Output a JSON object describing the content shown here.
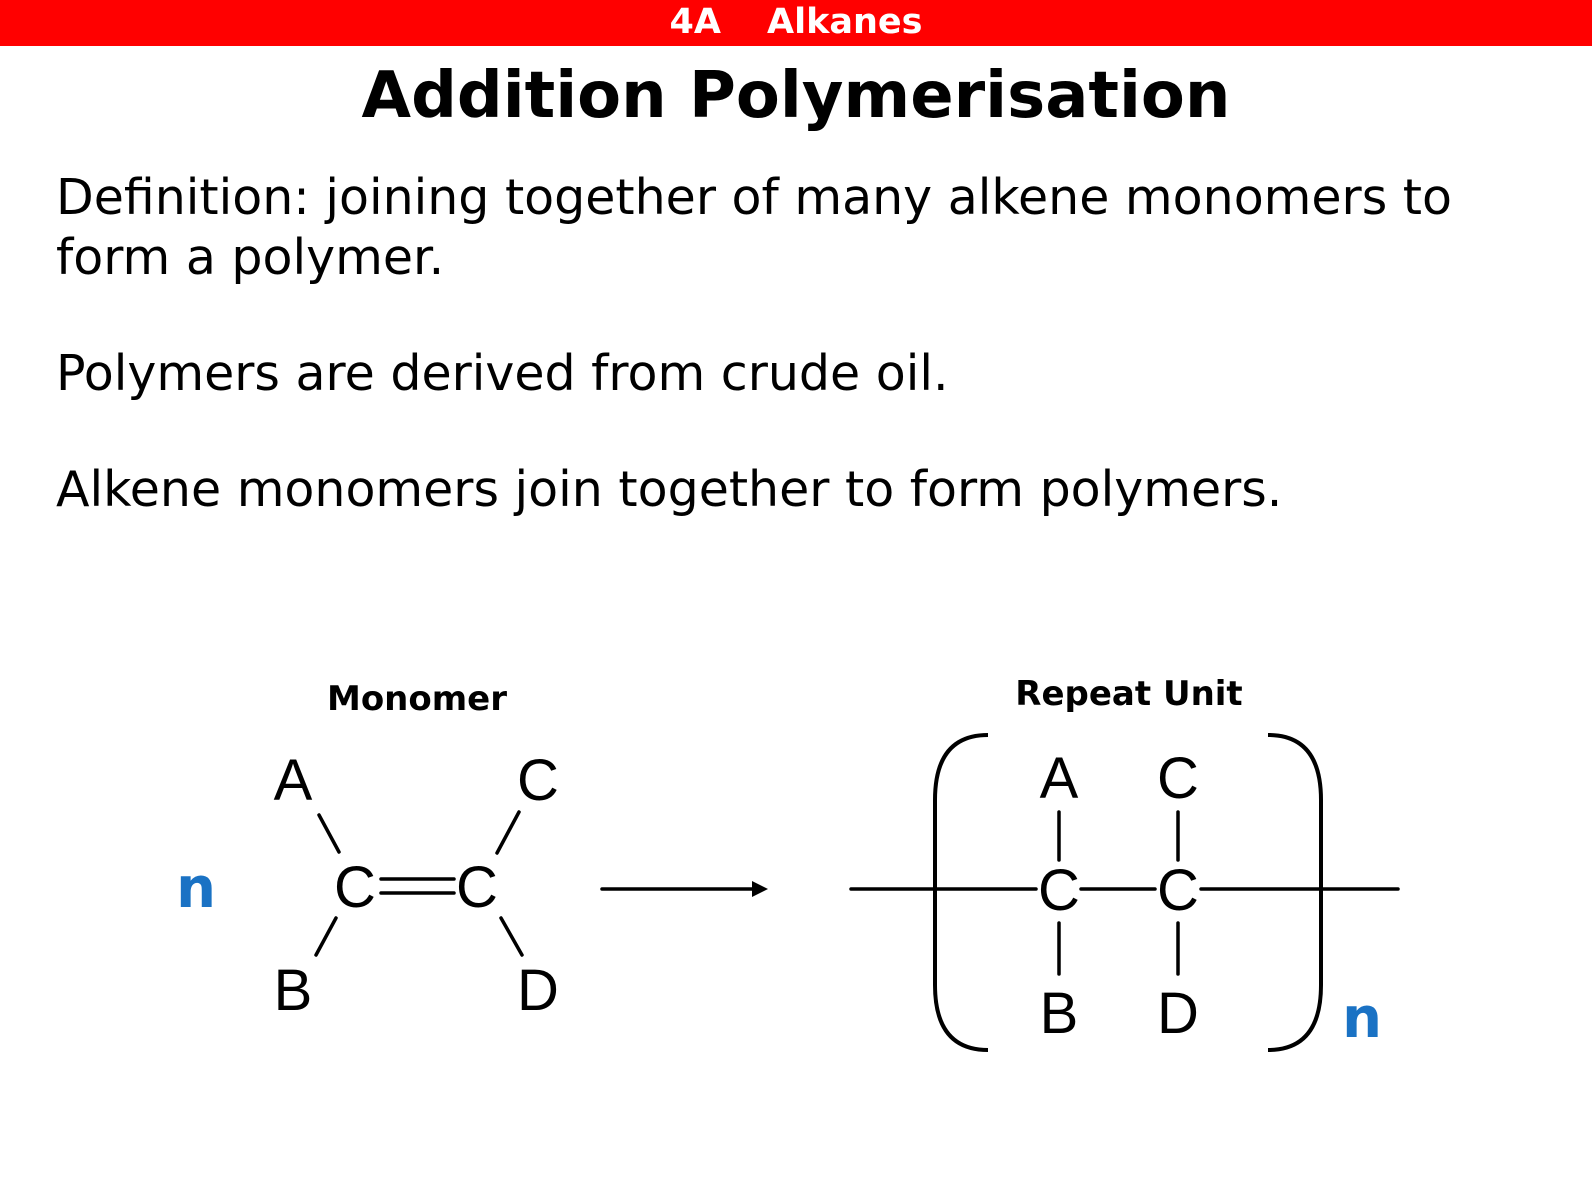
{
  "header": {
    "code": "4A",
    "topic": "Alkanes"
  },
  "title": "Addition Polymerisation",
  "paragraphs": {
    "definition": "Definition: joining together of many alkene monomers to form a polymer.",
    "crude_oil": "Polymers are derived from crude oil.",
    "join": "Alkene monomers join together to form polymers."
  },
  "diagram": {
    "monomer_heading": "Monomer",
    "repeat_unit_heading": "Repeat Unit",
    "count_symbol": "n",
    "colors": {
      "count_symbol": "#1a72c4",
      "header_bar": "#ff0000"
    },
    "monomer": {
      "carbon": "C",
      "top_left": "A",
      "bottom_left": "B",
      "top_right": "C",
      "bottom_right": "D",
      "double_bond": true
    },
    "repeat_unit": {
      "carbon": "C",
      "top_left": "A",
      "bottom_left": "B",
      "top_right": "C",
      "bottom_right": "D"
    }
  }
}
